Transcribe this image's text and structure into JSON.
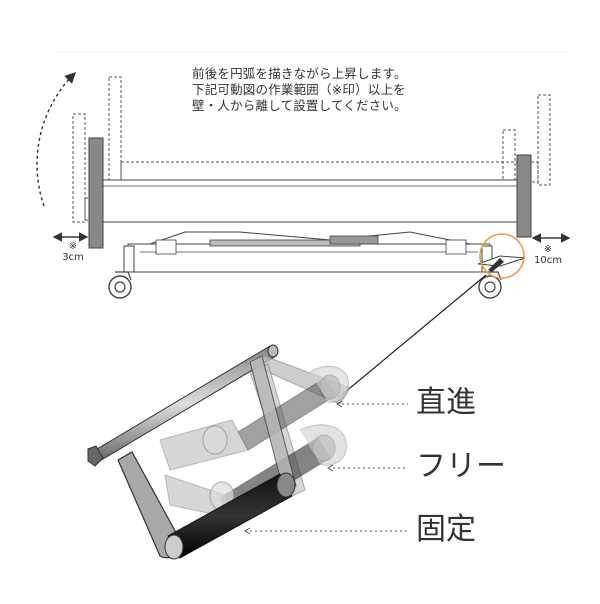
{
  "note": {
    "lines": [
      "前後を円弧を描きながら上昇します。",
      "下記可動図の作業範囲（※印）以上を",
      "壁・人から離して設置してください。"
    ]
  },
  "clearances": {
    "head": {
      "mark": "※",
      "value": "3cm"
    },
    "foot": {
      "mark": "※",
      "value": "10cm"
    }
  },
  "modes": {
    "straight": "直進",
    "free": "フリー",
    "fixed": "固定"
  }
}
